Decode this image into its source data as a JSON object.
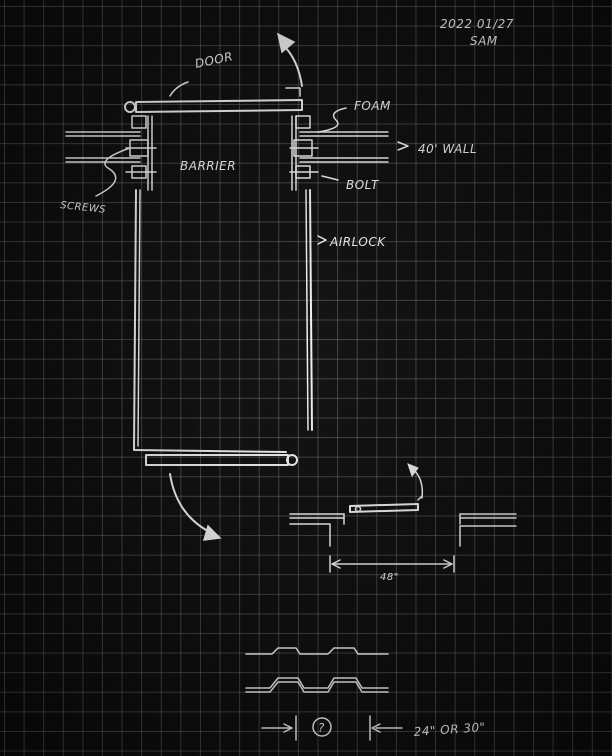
{
  "title": {
    "date": "2022 01/27",
    "author": "SAM"
  },
  "labels": {
    "door": "DOOR",
    "foam": "FOAM",
    "wall": "40' WALL",
    "barrier": "BARRIER",
    "bolt": "BOLT",
    "screws": "SCREWS",
    "airlock": "AIRLOCK",
    "door_width": "48\"",
    "gap_size": "24\" OR 30\"",
    "unknown": "?"
  },
  "colors": {
    "paper": "#0b0b0b",
    "grid": "#969696",
    "ink": "#f2f2f2"
  }
}
